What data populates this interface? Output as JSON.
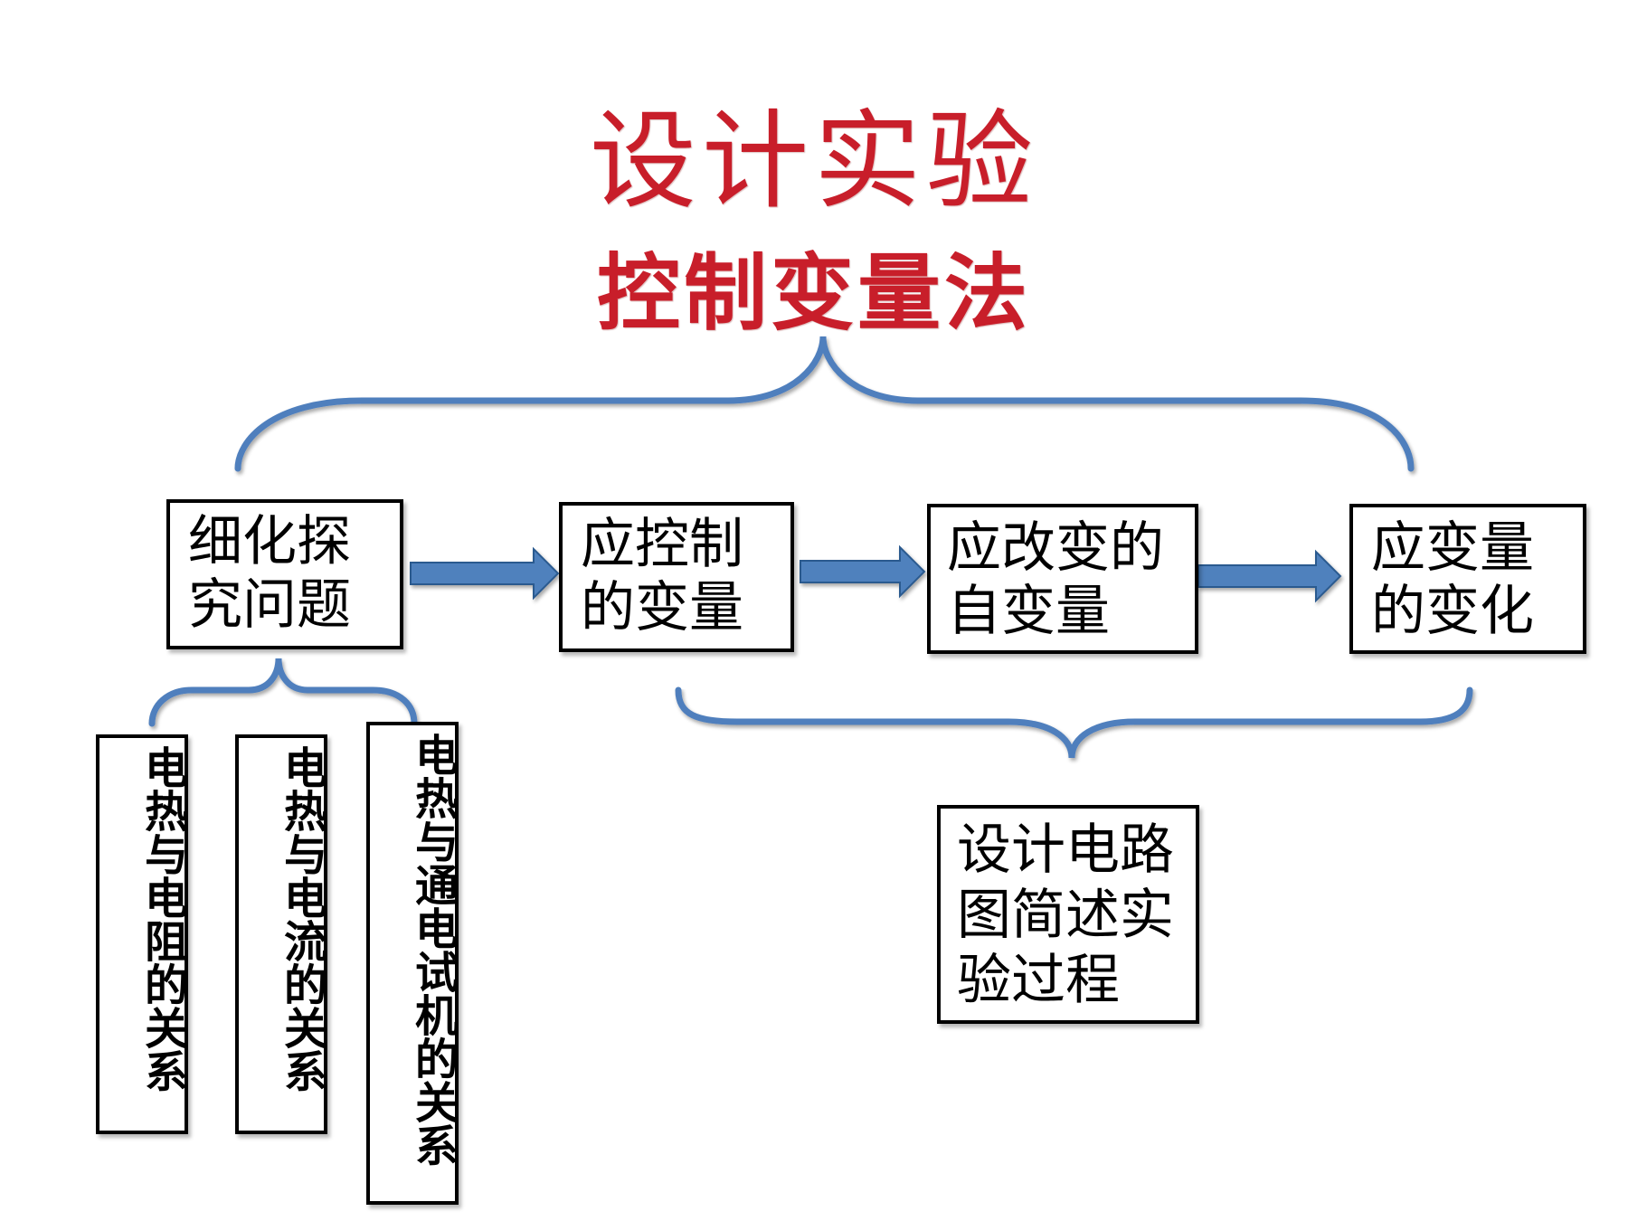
{
  "title": "设计实验",
  "subtitle": "控制变量法",
  "flow": {
    "research": "细化探\n究问题",
    "controlled": "应控制\n的变量",
    "independent": "应改变的\n自变量",
    "dependent": "应变量\n的变化"
  },
  "subtopics": [
    "电热与电阻的关系",
    "电热与电流的关系",
    "电热与通电试机的关系"
  ],
  "circuit": "设计电路\n图简述实\n验过程",
  "colors": {
    "title_red": "#c81e2a",
    "connector_blue": "#4f7fbd",
    "arrow_fill": "#4f81bd",
    "arrow_stroke": "#2c5a8f",
    "box_border": "#000000"
  }
}
